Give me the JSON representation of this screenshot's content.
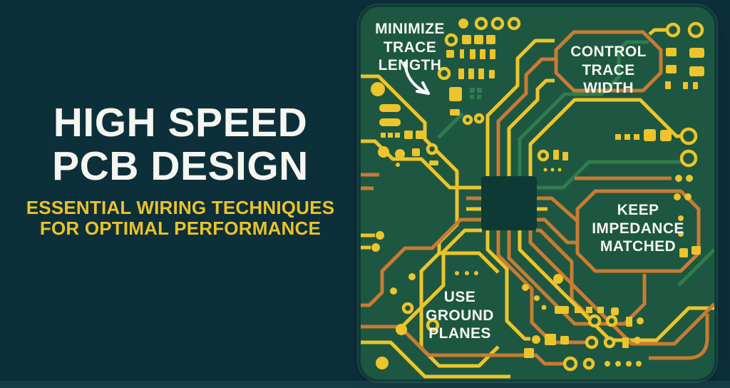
{
  "meta": {
    "poster_title": "High Speed PCB Design infographic"
  },
  "colors": {
    "background": "#0d2f3a",
    "board": "#1d5741",
    "board_edge": "#0e3c36",
    "board_rim": "#2e6a52",
    "chip": "#0d3a34",
    "trace_yellow": "#ecc42c",
    "trace_orange": "#c97b33",
    "trace_green": "#2f7d4e",
    "title_white": "#f5f6f0",
    "accent_yellow": "#e9c32b",
    "label_white": "#f4f6f1"
  },
  "left_panel": {
    "title_line1": "HIGH SPEED",
    "title_line2": "PCB DESIGN",
    "subtitle_line1": "ESSENTIAL WIRING TECHNIQUES",
    "subtitle_line2": "FOR OPTIMAL PERFORMANCE"
  },
  "board": {
    "callouts": {
      "minimize": {
        "line1": "MINIMIZE",
        "line2": "TRACE",
        "line3": "LENGTH"
      },
      "control": {
        "line1": "CONTROL",
        "line2": "TRACE WIDTH"
      },
      "impedance": {
        "line1": "KEEP",
        "line2": "IMPEDANCE",
        "line3": "MATCHED"
      },
      "ground": {
        "line1": "USE",
        "line2": "GROUND",
        "line3": "PLANES"
      }
    }
  }
}
